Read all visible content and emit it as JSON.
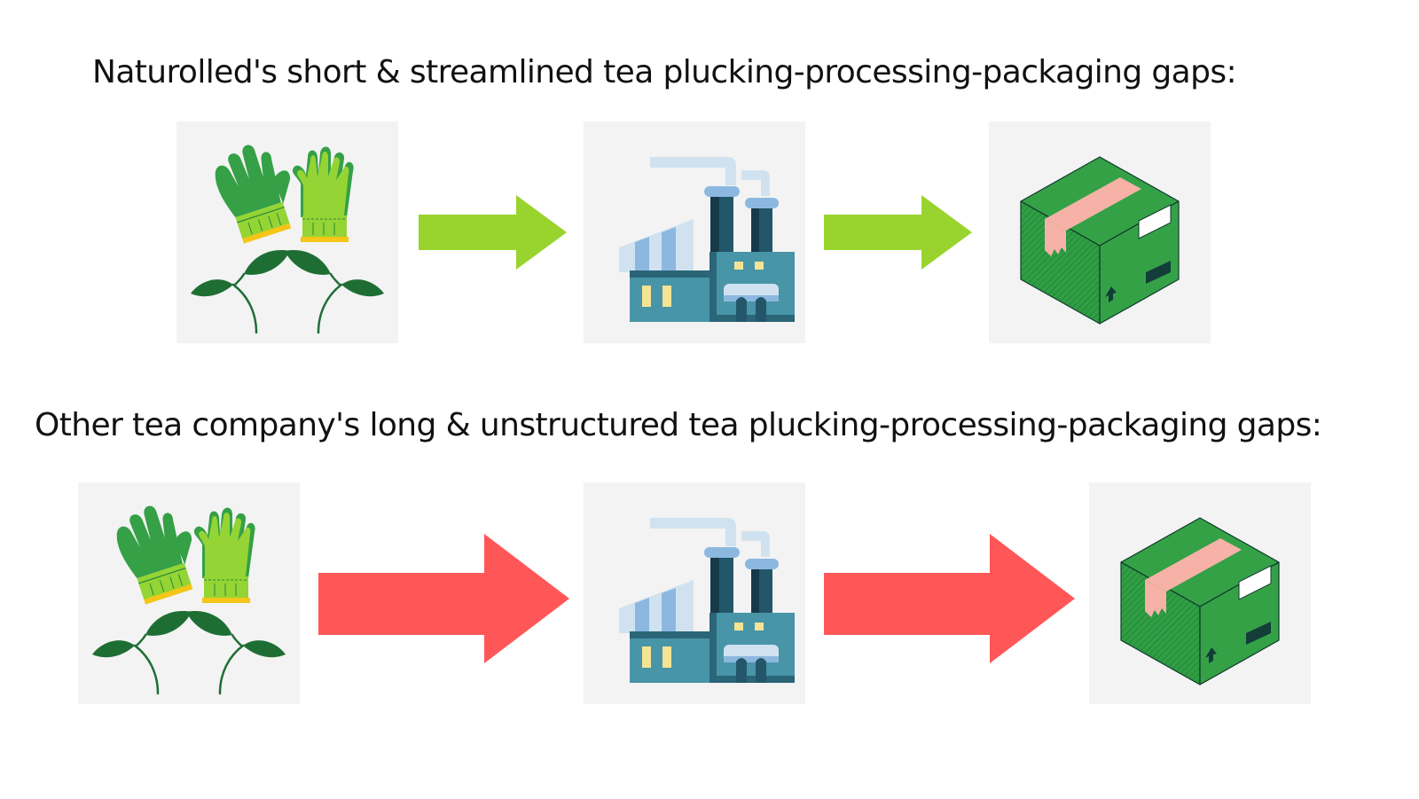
{
  "colors": {
    "background": "#ffffff",
    "tile": "#f3f3f3",
    "good_arrow": "#99d42e",
    "bad_arrow": "#ff5757",
    "text": "#111111"
  },
  "rows": [
    {
      "id": "naturolled",
      "heading": "Naturolled's short & streamlined tea plucking-processing-packaging gaps:",
      "arrow_kind": "short",
      "steps": [
        {
          "stage": "plucking",
          "icon": "gloves-and-tea-leaves-icon"
        },
        {
          "stage": "processing",
          "icon": "factory-icon"
        },
        {
          "stage": "packaging",
          "icon": "package-box-icon"
        }
      ]
    },
    {
      "id": "other-companies",
      "heading": "Other tea company's long & unstructured tea plucking-processing-packaging gaps:",
      "arrow_kind": "long",
      "steps": [
        {
          "stage": "plucking",
          "icon": "gloves-and-tea-leaves-icon"
        },
        {
          "stage": "processing",
          "icon": "factory-icon"
        },
        {
          "stage": "packaging",
          "icon": "package-box-icon"
        }
      ]
    }
  ]
}
